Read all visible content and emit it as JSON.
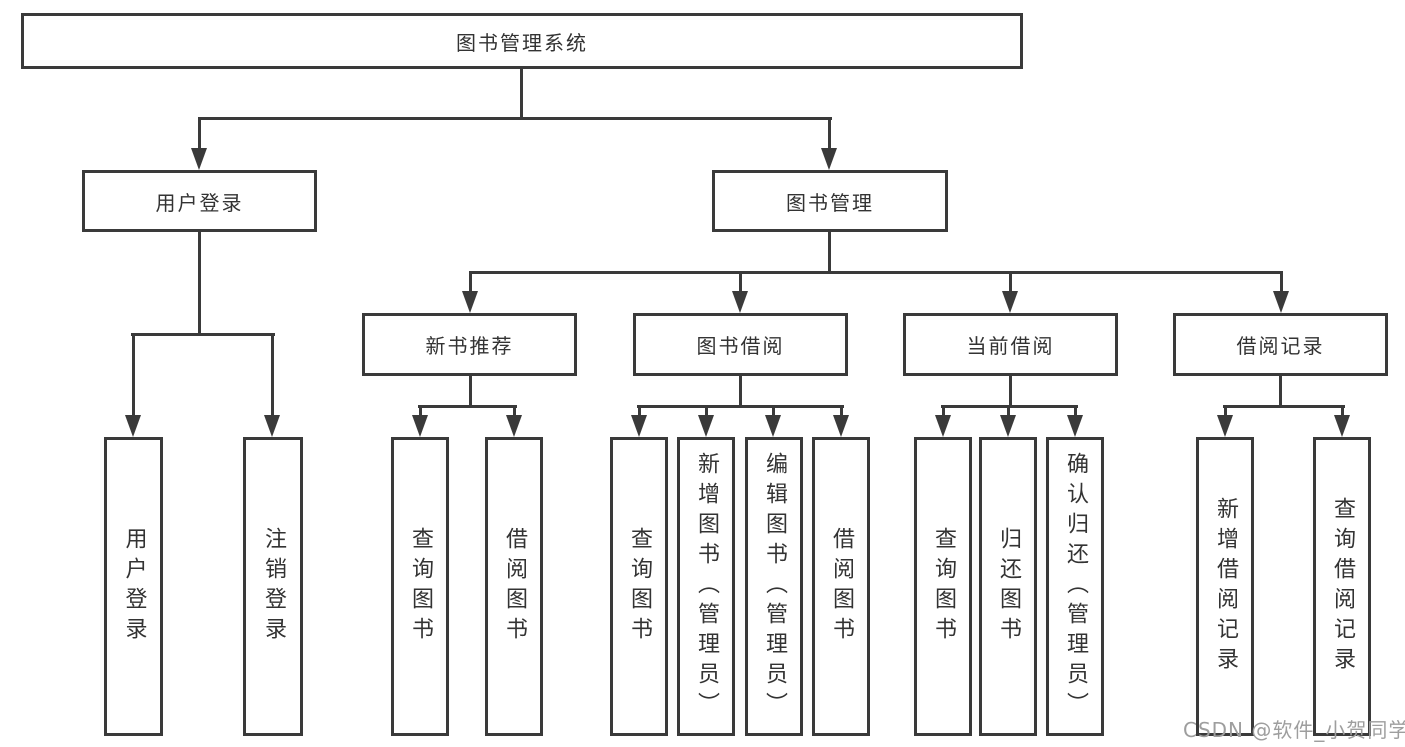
{
  "diagram": {
    "root": {
      "label": "图书管理系统"
    },
    "level2": [
      {
        "label": "用户登录"
      },
      {
        "label": "图书管理"
      }
    ],
    "level3": [
      {
        "label": "新书推荐"
      },
      {
        "label": "图书借阅"
      },
      {
        "label": "当前借阅"
      },
      {
        "label": "借阅记录"
      }
    ],
    "leaves": {
      "user_login": [
        "用户登录",
        "注销登录"
      ],
      "new_book": [
        "查询图书",
        "借阅图书"
      ],
      "book_borrow": [
        "查询图书",
        "新增图书（管理员）",
        "编辑图书（管理员）",
        "借阅图书"
      ],
      "current_borrow": [
        "查询图书",
        "归还图书",
        "确认归还（管理员）"
      ],
      "borrow_records": [
        "新增借阅记录",
        "查询借阅记录"
      ]
    }
  },
  "watermark": {
    "text": "CSDN @软件_小贺同学"
  },
  "colors": {
    "line": "#3a3a3a",
    "text": "#333333",
    "watermark": "#9e9e9e",
    "bg": "#ffffff"
  }
}
